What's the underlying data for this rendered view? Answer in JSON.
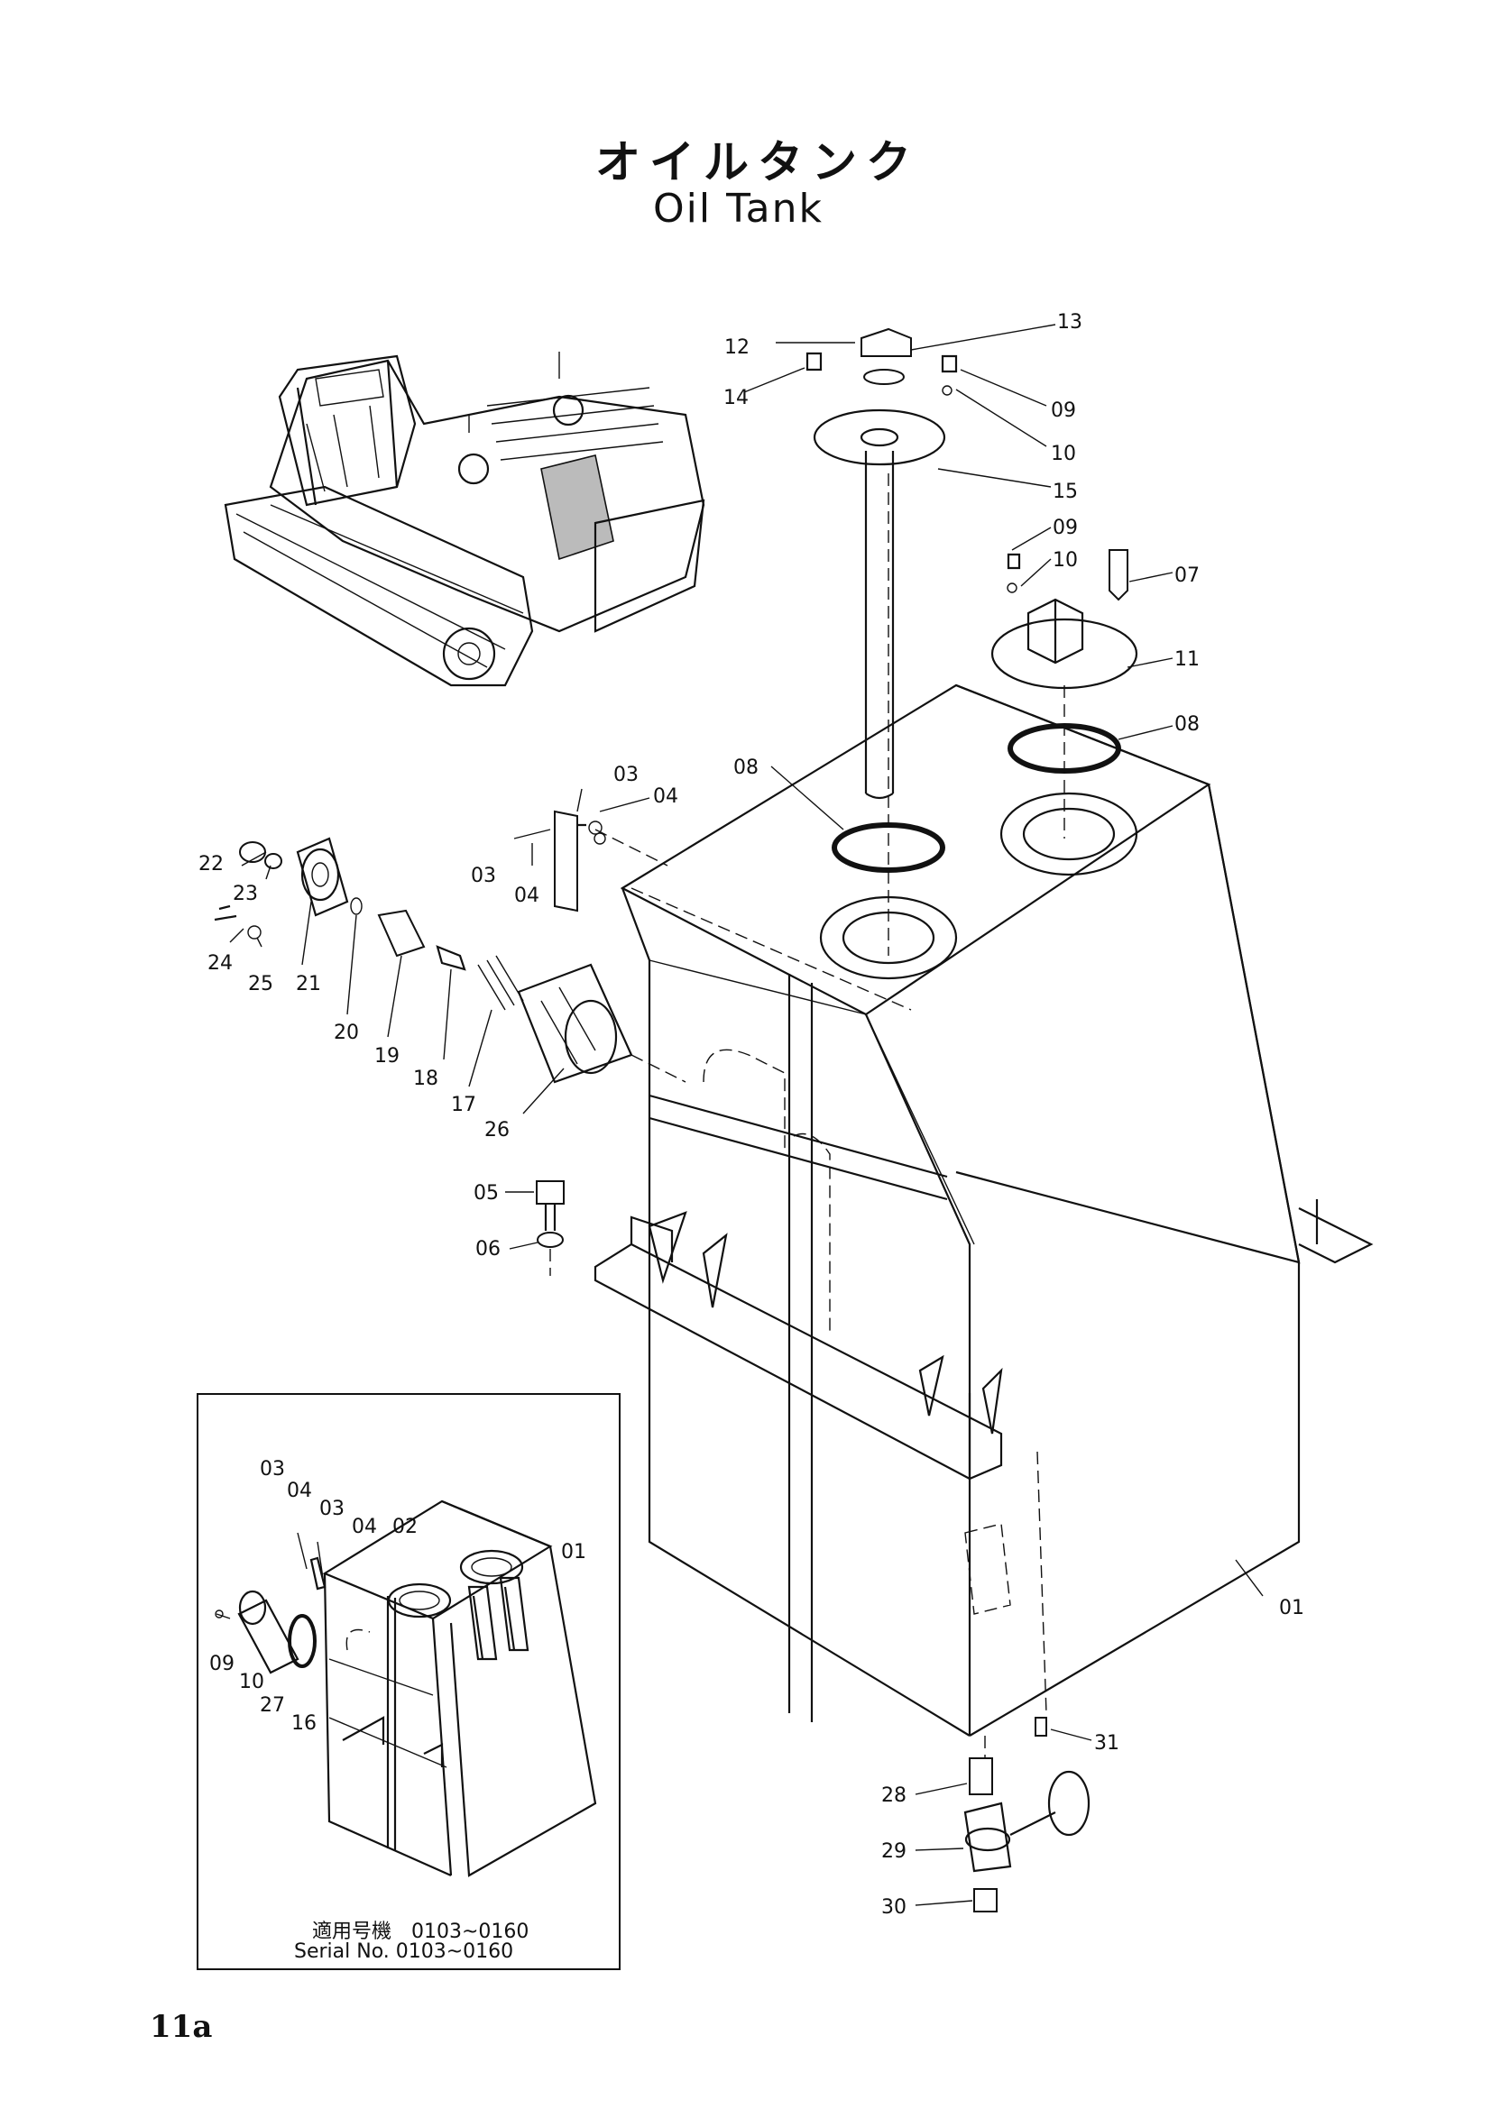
{
  "title": {
    "japanese": "オイルタンク",
    "english": "Oil Tank"
  },
  "page_number": "11a",
  "inset": {
    "serial_jp": "適用号機　0103~0160",
    "serial_en": "Serial No. 0103~0160"
  },
  "part_labels": {
    "p12": "12",
    "p13": "13",
    "p14": "14",
    "p09a": "09",
    "p10a": "10",
    "p15": "15",
    "p09b": "09",
    "p10b": "10",
    "p07": "07",
    "p11": "11",
    "p08a": "08",
    "p08b": "08",
    "p03a": "03",
    "p04a": "04",
    "p03b": "03",
    "p04b": "04",
    "p22": "22",
    "p23": "23",
    "p24": "24",
    "p25": "25",
    "p21": "21",
    "p20": "20",
    "p19": "19",
    "p18": "18",
    "p17": "17",
    "p26": "26",
    "p05": "05",
    "p06": "06",
    "p01a": "01",
    "p31": "31",
    "p28": "28",
    "p29": "29",
    "p30": "30",
    "i03a": "03",
    "i04a": "04",
    "i03b": "03",
    "i04b": "04",
    "i02": "02",
    "i01": "01",
    "i09": "09",
    "i10": "10",
    "i27": "27",
    "i16": "16"
  }
}
